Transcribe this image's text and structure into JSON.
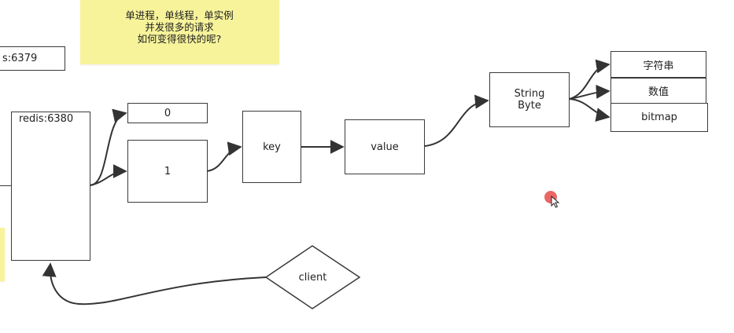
{
  "sticky_note": {
    "lines": [
      "单进程，单线程，单实例",
      "并发很多的请求",
      "如何变得很快的呢?"
    ]
  },
  "nodes": {
    "redis_6379": "s:6379",
    "redis_6380": "redis:6380",
    "db0": "0",
    "db1": "1",
    "key": "key",
    "value": "value",
    "string_byte": [
      "String",
      "Byte"
    ],
    "type_string": "字符串",
    "type_number": "数值",
    "type_bitmap": "bitmap",
    "client": "client"
  },
  "colors": {
    "note": "#f7f39a",
    "stroke": "#3a3a3a",
    "cursor": "#e94a4a"
  }
}
